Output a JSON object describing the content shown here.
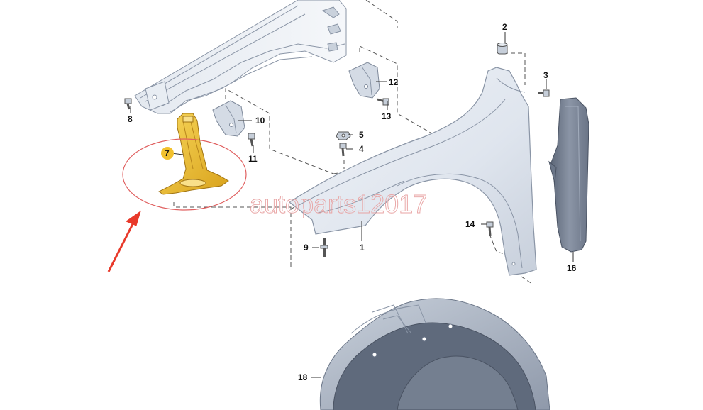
{
  "watermark": "autoparts12017",
  "callouts": {
    "c1": "1",
    "c2": "2",
    "c3": "3",
    "c4": "4",
    "c5": "5",
    "c7": "7",
    "c8": "8",
    "c9": "9",
    "c10": "10",
    "c11": "11",
    "c12": "12",
    "c13": "13",
    "c14": "14",
    "c16": "16",
    "c18": "18"
  },
  "colors": {
    "highlight_part": "#f2c12e",
    "callout_badge": "#f2c12e",
    "ellipse": "#e06060",
    "arrow": "#e8392a",
    "panel": "#dde3ec",
    "panel_edge": "#8a95a6",
    "dark_part": "#6b7688"
  }
}
